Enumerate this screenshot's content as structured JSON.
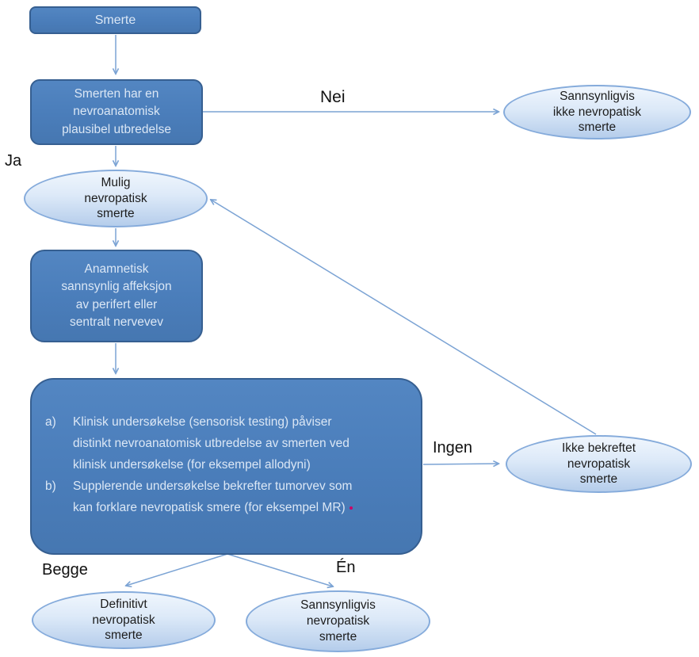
{
  "diagram": {
    "type": "flowchart",
    "language": "Norwegian",
    "topic": "Diagnostisk flytskjema for nevropatisk smerte",
    "nodes": {
      "smerte": {
        "label": "Smerte"
      },
      "plausibel_utbredelse": {
        "lines": [
          "Smerten har en",
          "nevroanatomisk",
          "plausibel utbredelse"
        ]
      },
      "sannsynligvis_ikke": {
        "lines": [
          "Sannsynligvis",
          "ikke nevropatisk",
          "smerte"
        ]
      },
      "mulig_nevropatisk": {
        "lines": [
          "Mulig",
          "nevropatisk",
          "smerte"
        ]
      },
      "anamnetisk": {
        "lines": [
          "Anamnetisk",
          "sannsynlig affeksjon",
          "av perifert eller",
          "sentralt nervevev"
        ]
      },
      "kriterier": {
        "items": [
          {
            "marker": "a)",
            "lines": [
              "Klinisk undersøkelse (sensorisk testing) påviser",
              "distinkt nevroanatomisk utbredelse av smerten ved",
              "klinisk undersøkelse (for eksempel allodyni)"
            ]
          },
          {
            "marker": "b)",
            "lines": [
              "Supplerende undersøkelse bekrefter tumorvev som",
              "kan forklare nevropatisk smere (for eksempel MR)"
            ]
          }
        ]
      },
      "ikke_bekreftet": {
        "lines": [
          "Ikke bekreftet",
          "nevropatisk",
          "smerte"
        ]
      },
      "definitivt": {
        "lines": [
          "Definitivt",
          "nevropatisk",
          "smerte"
        ]
      },
      "sannsynligvis": {
        "lines": [
          "Sannsynligvis",
          "nevropatisk",
          "smerte"
        ]
      }
    },
    "edge_labels": {
      "ja": "Ja",
      "nei": "Nei",
      "ingen": "Ingen",
      "begge": "Begge",
      "en": "Én"
    },
    "colors": {
      "box_fill": "#4a7dba",
      "box_border": "#365f91",
      "box_text": "#dbe7f5",
      "ellipse_border": "#85abdb",
      "ellipse_fill_top": "#f0f6fd",
      "ellipse_fill_bottom": "#b5cdeb",
      "arrow": "#7ba3d4",
      "label_text": "#111111",
      "ellipse_text": "#1c1c1c",
      "stray_dot": "#cc0066"
    }
  }
}
